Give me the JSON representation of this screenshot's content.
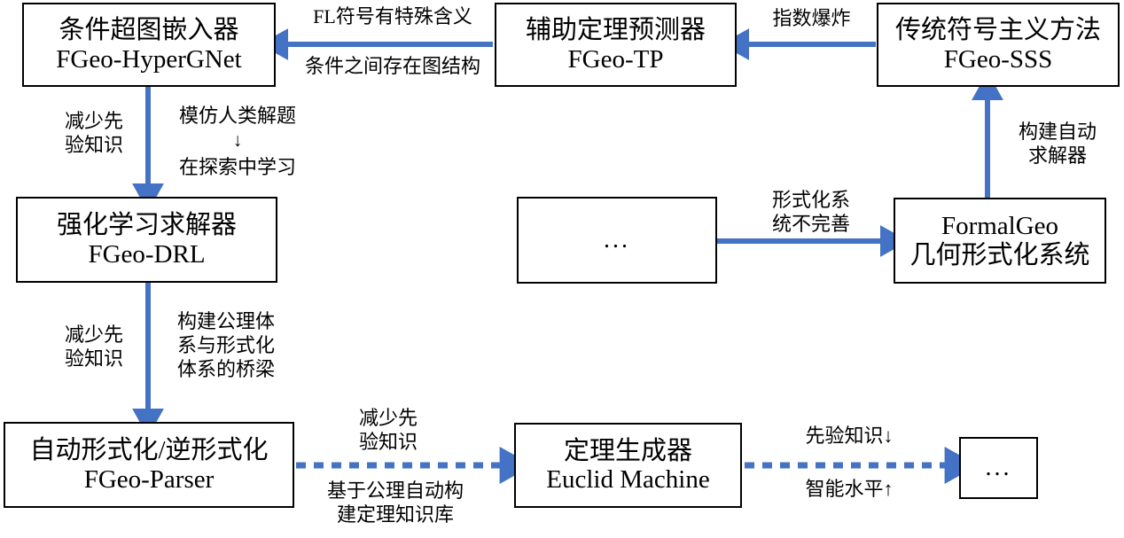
{
  "diagram": {
    "title": "FormalGeo ecosystem relations diagram",
    "accent_color": "#4472C4",
    "line_color": "#000000",
    "background": "#ffffff",
    "nodes": [
      {
        "id": "hypergnet",
        "line1": "条件超图嵌入器",
        "line2": "FGeo-HyperGNet"
      },
      {
        "id": "tp",
        "line1": "辅助定理预测器",
        "line2": "FGeo-TP"
      },
      {
        "id": "sss",
        "line1": "传统符号主义方法",
        "line2": "FGeo-SSS"
      },
      {
        "id": "drl",
        "line1": "强化学习求解器",
        "line2": "FGeo-DRL"
      },
      {
        "id": "more_mid",
        "line1": "...",
        "line2": ""
      },
      {
        "id": "formalgeo",
        "line1": "FormalGeo",
        "line2": "几何形式化系统"
      },
      {
        "id": "parser",
        "line1": "自动形式化/逆形式化",
        "line2": "FGeo-Parser"
      },
      {
        "id": "euclid",
        "line1": "定理生成器",
        "line2": "Euclid Machine"
      },
      {
        "id": "more_end",
        "line1": "...",
        "line2": ""
      }
    ],
    "edge_labels": {
      "sss_to_tp": "指数爆炸",
      "tp_to_hypergnet_above": "FL符号有特殊含义",
      "tp_to_hypergnet_below": "条件之间存在图结构",
      "hypergnet_to_drl_left": "减少先\n验知识",
      "hypergnet_to_drl_right_top": "模仿人类解题",
      "hypergnet_to_drl_right_arrow": "↓",
      "hypergnet_to_drl_right_bottom": "在探索中学习",
      "drl_to_parser_left": "减少先\n验知识",
      "drl_to_parser_right": "构建公理体\n系与形式化\n体系的桥梁",
      "more_to_formalgeo": "形式化系\n统不完善",
      "formalgeo_to_sss": "构建自动\n求解器",
      "parser_to_euclid_top": "减少先\n验知识",
      "parser_to_euclid_bottom": "基于公理自动构\n建定理知识库",
      "euclid_to_more_top": "先验知识↓",
      "euclid_to_more_bottom": "智能水平↑"
    }
  }
}
